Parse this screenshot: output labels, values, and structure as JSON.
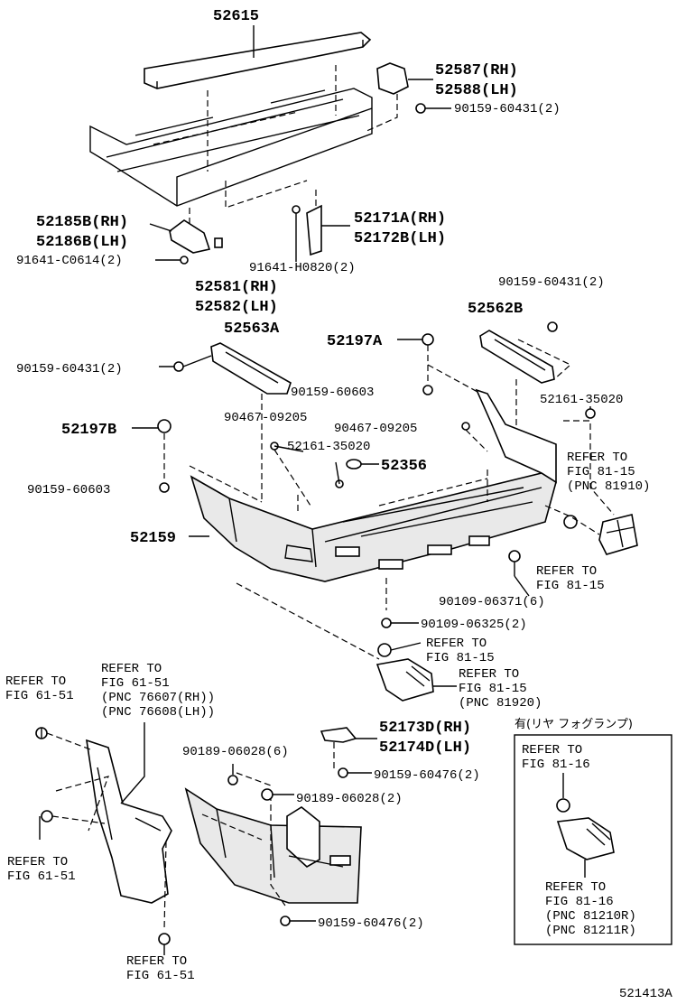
{
  "labels": {
    "p52615": "52615",
    "p52587": "52587(RH)",
    "p52588": "52588(LH)",
    "p90159_60431_a": "90159-60431(2)",
    "p52185B": "52185B(RH)",
    "p52186B": "52186B(LH)",
    "p52171A": "52171A(RH)",
    "p52172B": "52172B(LH)",
    "p91641_C0614": "91641-C0614(2)",
    "p91641_H0820": "91641-H0820(2)",
    "p52581": "52581(RH)",
    "p52582": "52582(LH)",
    "p90159_60431_b": "90159-60431(2)",
    "p52563A": "52563A",
    "p52562B": "52562B",
    "p52197A": "52197A",
    "p90159_60431_c": "90159-60431(2)",
    "p90159_60603_a": "90159-60603",
    "p52161_35020_a": "52161-35020",
    "p90467_09205_a": "90467-09205",
    "p90467_09205_b": "90467-09205",
    "p52197B": "52197B",
    "p52161_35020_b": "52161-35020",
    "p52356": "52356",
    "p90159_60603_b": "90159-60603",
    "p52159": "52159",
    "p90109_06371": "90109-06371(6)",
    "p90109_06325": "90109-06325(2)",
    "p52173D": "52173D(RH)",
    "p52174D": "52174D(LH)",
    "p90189_06028_a": "90189-06028(6)",
    "p90159_60476_a": "90159-60476(2)",
    "p90189_06028_b": "90189-06028(2)",
    "p90159_60476_b": "90159-60476(2)",
    "diagram_id": "521413A"
  },
  "refers": {
    "r1_l1": "REFER TO",
    "r1_l2": "FIG 81-15",
    "r1_l3": "(PNC 81910)",
    "r2_l1": "REFER TO",
    "r2_l2": "FIG 81-15",
    "r3_l1": "REFER TO",
    "r3_l2": "FIG 81-15",
    "r4_l1": "REFER TO",
    "r4_l2": "FIG 81-15",
    "r4_l3": "(PNC 81920)",
    "r5_l1": "REFER TO",
    "r5_l2": "FIG 61-51",
    "r6_l1": "REFER TO",
    "r6_l2": "FIG 61-51",
    "r6_l3": "(PNC 76607(RH))",
    "r6_l4": "(PNC 76608(LH))",
    "r7_l1": "REFER TO",
    "r7_l2": "FIG 61-51",
    "r8_l1": "REFER TO",
    "r8_l2": "FIG 61-51"
  },
  "fog_box": {
    "title": "有(リヤ フォグランプ)",
    "r1_l1": "REFER TO",
    "r1_l2": "FIG 81-16",
    "r2_l1": "REFER TO",
    "r2_l2": "FIG 81-16",
    "r2_l3": "(PNC 81210R)",
    "r2_l4": "(PNC 81211R)"
  }
}
